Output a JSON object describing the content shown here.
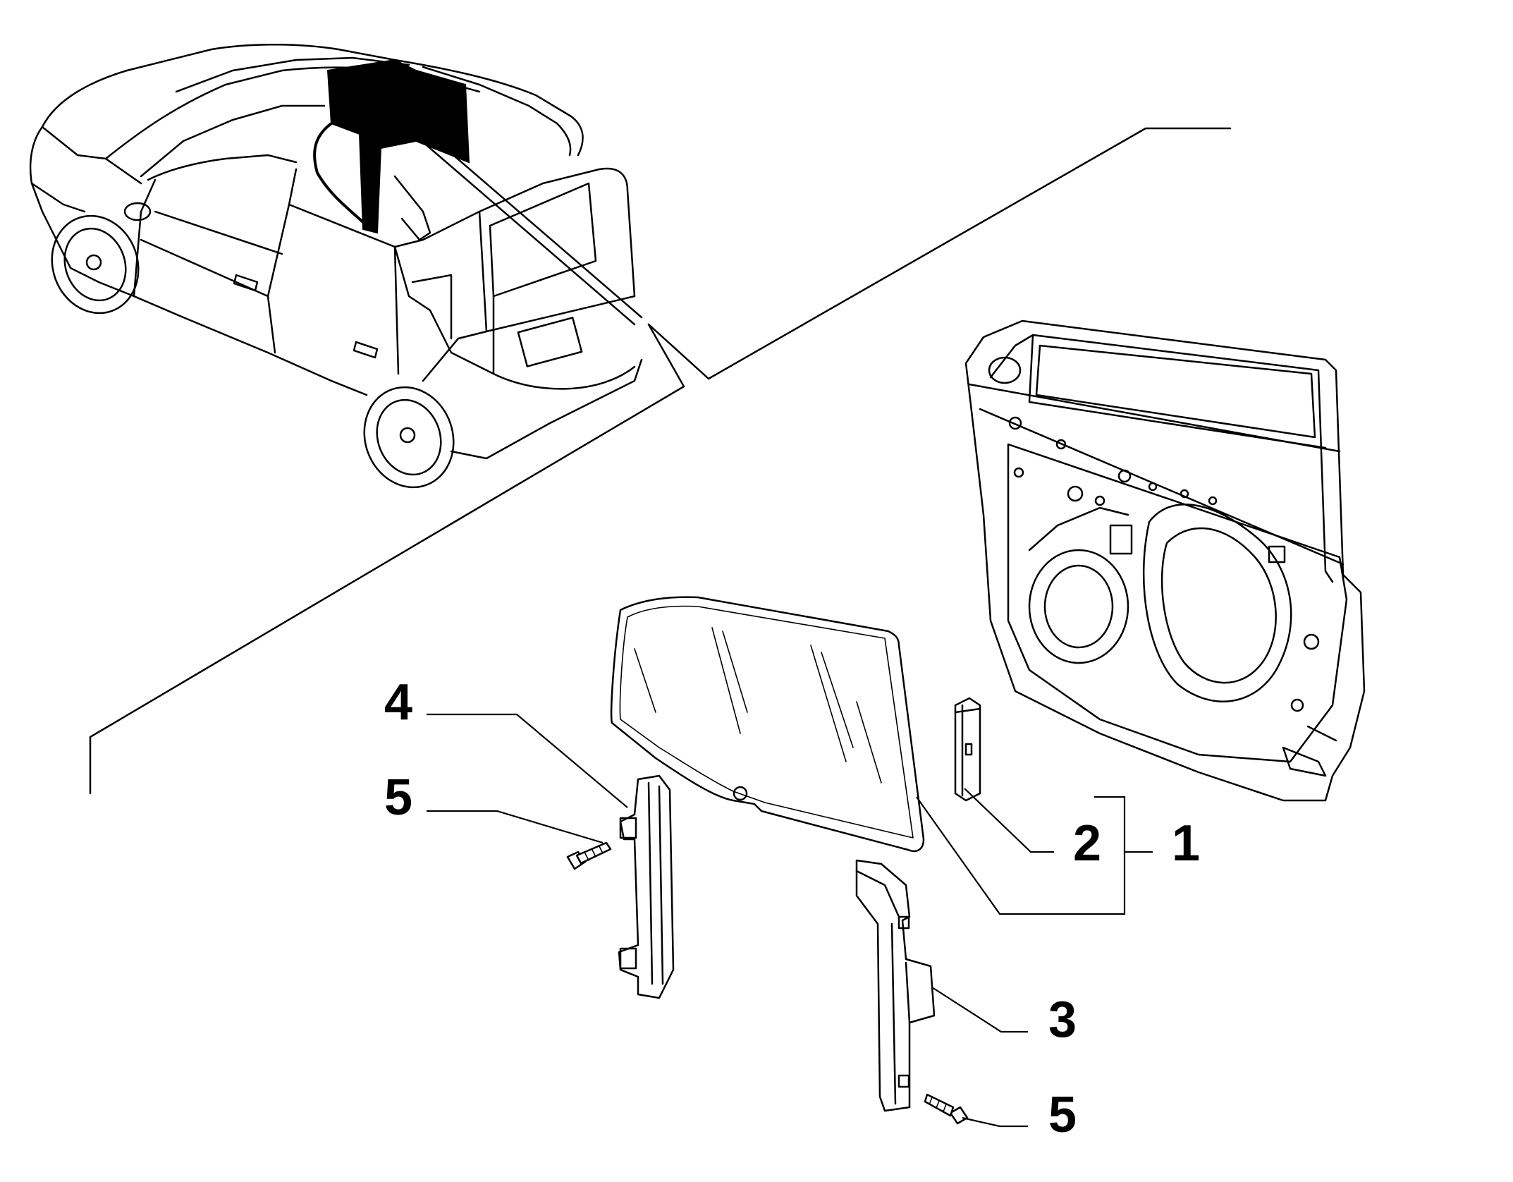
{
  "callouts": {
    "c1": "1",
    "c2": "2",
    "c3": "3",
    "c4": "4",
    "c5a": "5",
    "c5b": "5"
  },
  "icons": {
    "car": "car-overview-icon",
    "door": "door-frame-icon",
    "glass": "window-glass-icon",
    "regulator": "window-regulator-icon",
    "guide": "glass-guide-rail-icon",
    "channel": "glass-channel-icon",
    "screw": "screw-icon"
  },
  "colors": {
    "line": "#000000",
    "background": "#ffffff",
    "highlight": "#000000"
  }
}
